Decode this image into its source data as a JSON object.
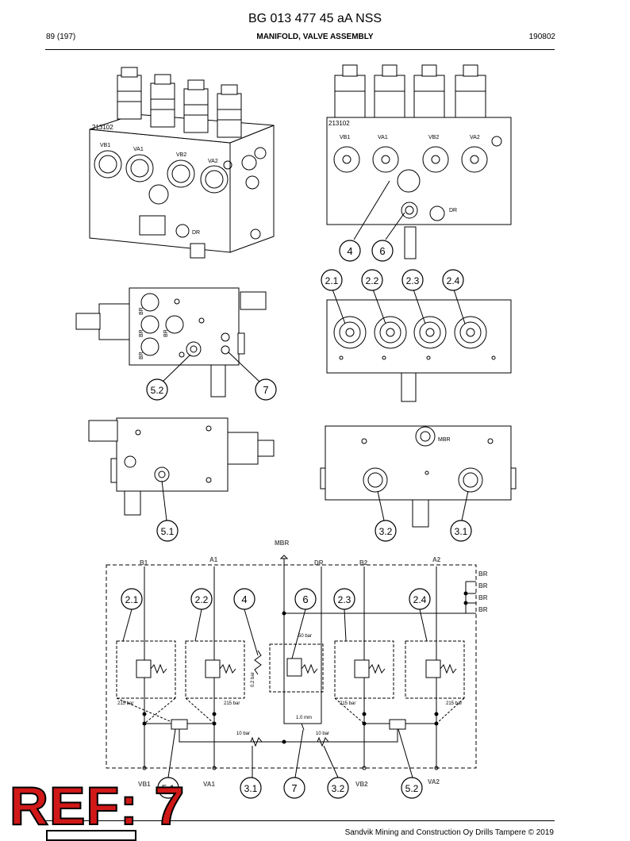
{
  "header": {
    "doc_number": "BG 013 477 45 aA NSS",
    "page": "89 (197)",
    "section_title": "MANIFOLD, VALVE ASSEMBLY",
    "date": "190802"
  },
  "engraving": {
    "block_code": "213102",
    "ports_front": [
      "VB1",
      "VA1",
      "VB2",
      "VA2"
    ],
    "port_dr": "DR",
    "port_br": "BR",
    "port_mbr": "MBR"
  },
  "callouts": {
    "c4": "4",
    "c6": "6",
    "c21": "2.1",
    "c22": "2.2",
    "c23": "2.3",
    "c24": "2.4",
    "c52": "5.2",
    "c7": "7",
    "c51": "5.1",
    "c32": "3.2",
    "c31": "3.1"
  },
  "schematic": {
    "ports_top": [
      "MBR",
      "B1",
      "A1",
      "DR",
      "B2",
      "A2"
    ],
    "ports_br": [
      "BR",
      "BR",
      "BR",
      "BR"
    ],
    "ports_bottom": [
      "VB1",
      "VA1",
      "VB2",
      "VA2"
    ],
    "pressure_215": "215 bar",
    "pressure_50": "50 bar",
    "pressure_02": "0.2 bar",
    "pressure_10": "10 bar",
    "orifice": "1.0 mm"
  },
  "overlay": {
    "ref_label": "REF: 7"
  },
  "footer": {
    "copyright": "Sandvik Mining and Construction Oy Drills Tampere © 2019"
  }
}
